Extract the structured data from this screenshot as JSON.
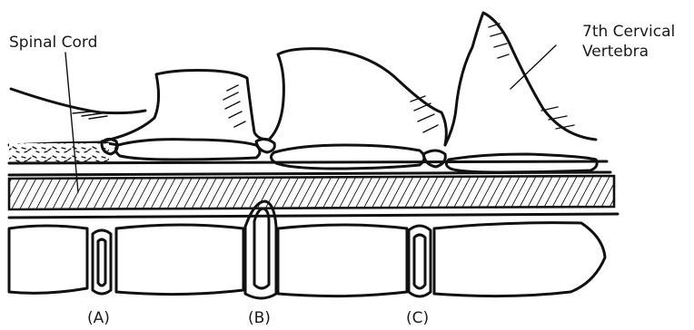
{
  "labels": {
    "spinal_cord": "Spinal Cord",
    "c7_line1": "7th Cervical",
    "c7_line2": "Vertebra",
    "a": "(A)",
    "b": "(B)",
    "c": "(C)"
  },
  "colors": {
    "ink": "#111111",
    "background": "#ffffff"
  }
}
